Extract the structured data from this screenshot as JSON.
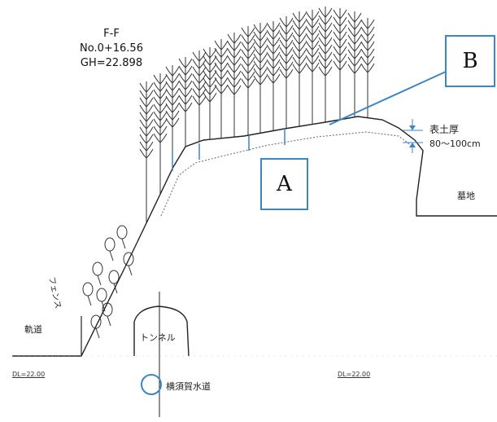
{
  "section": {
    "name": "F-F",
    "station": "No.0+16.56",
    "ground_height": "GH=22.898"
  },
  "callouts": {
    "a": "A",
    "b": "B"
  },
  "labels": {
    "topsoil_title": "表土厚",
    "topsoil_range": "80～100cm",
    "cemetery": "墓地",
    "fence": "フェンス",
    "track_road": "軌道",
    "tunnel": "トンネル",
    "culvert": "横須賀水道"
  },
  "datum_left": "DL=22.00",
  "datum_right": "DL=22.00",
  "colors": {
    "accent": "#3d86c6",
    "ink": "#222222"
  }
}
